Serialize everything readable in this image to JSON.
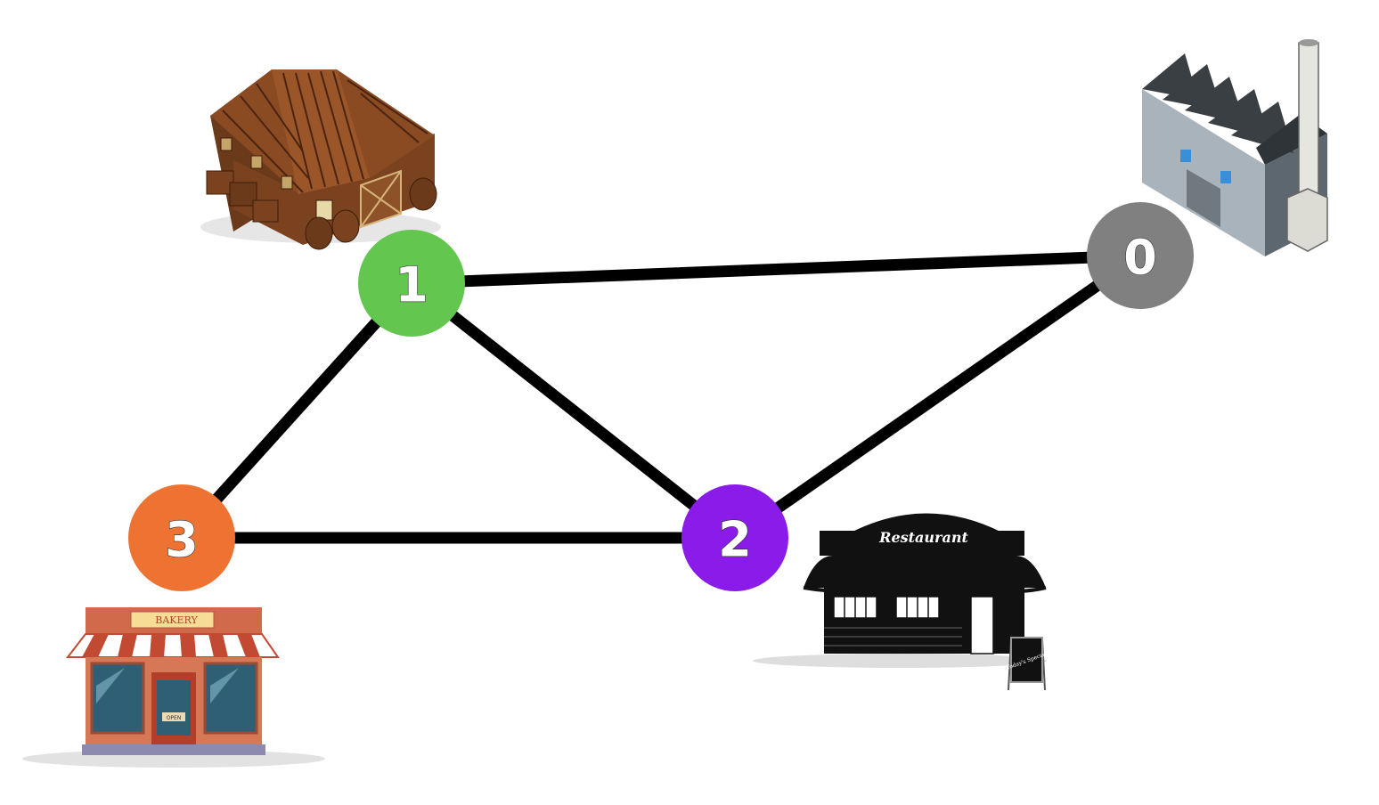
{
  "nodes": [
    {
      "id": "0",
      "label": "0",
      "color": "#808080",
      "building": "factory"
    },
    {
      "id": "1",
      "label": "1",
      "color": "#63c64f",
      "building": "warehouse"
    },
    {
      "id": "2",
      "label": "2",
      "color": "#8a1be8",
      "building": "restaurant"
    },
    {
      "id": "3",
      "label": "3",
      "color": "#ee7332",
      "building": "bakery"
    }
  ],
  "edges": [
    {
      "from": "1",
      "to": "0"
    },
    {
      "from": "1",
      "to": "3"
    },
    {
      "from": "1",
      "to": "2"
    },
    {
      "from": "3",
      "to": "2"
    },
    {
      "from": "2",
      "to": "0"
    }
  ],
  "signs": {
    "restaurant": "Restaurant",
    "bakery": "BAKERY",
    "bakery_door": "OPEN",
    "restaurant_board": "Today's Special"
  },
  "icons": {
    "factory": "factory-icon",
    "warehouse": "warehouse-icon",
    "restaurant": "restaurant-icon",
    "bakery": "bakery-icon"
  }
}
